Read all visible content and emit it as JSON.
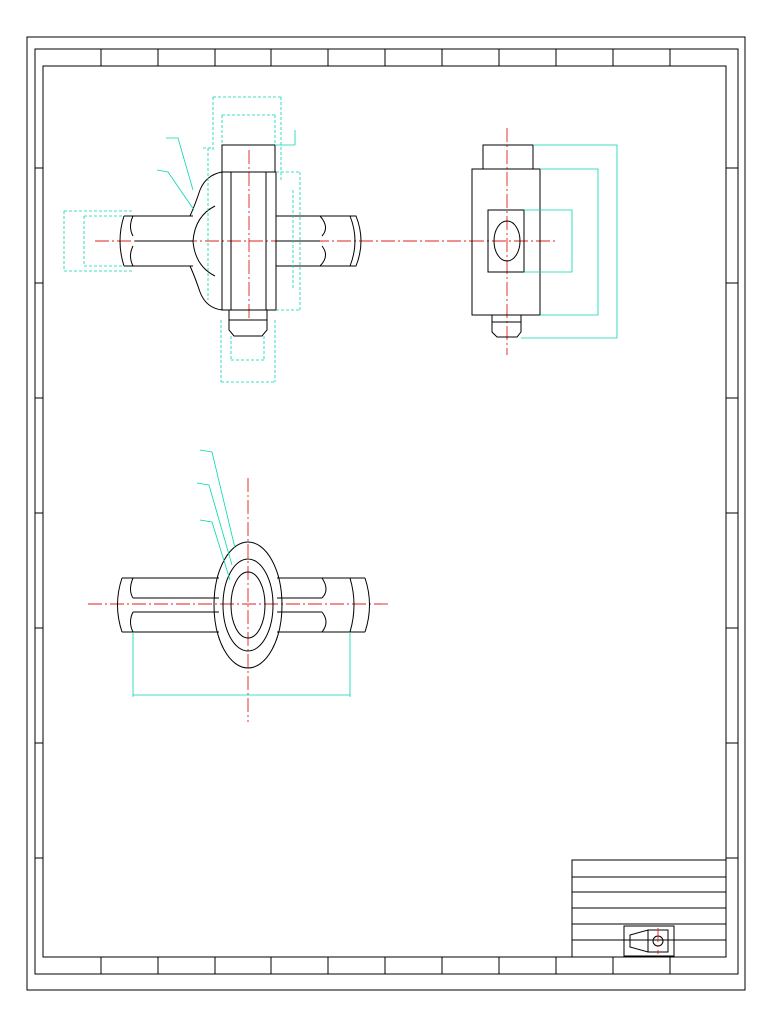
{
  "drawing": {
    "kind": "technical-drawing",
    "views": [
      "front-view",
      "side-view",
      "top-view"
    ],
    "colors": {
      "outline": "#000000",
      "dimension": "#00d8b0",
      "centerline": "#e0201c",
      "background": "#ffffff"
    },
    "title_block": {
      "rows": 6,
      "logo": "part-thumbnail-icon"
    }
  }
}
